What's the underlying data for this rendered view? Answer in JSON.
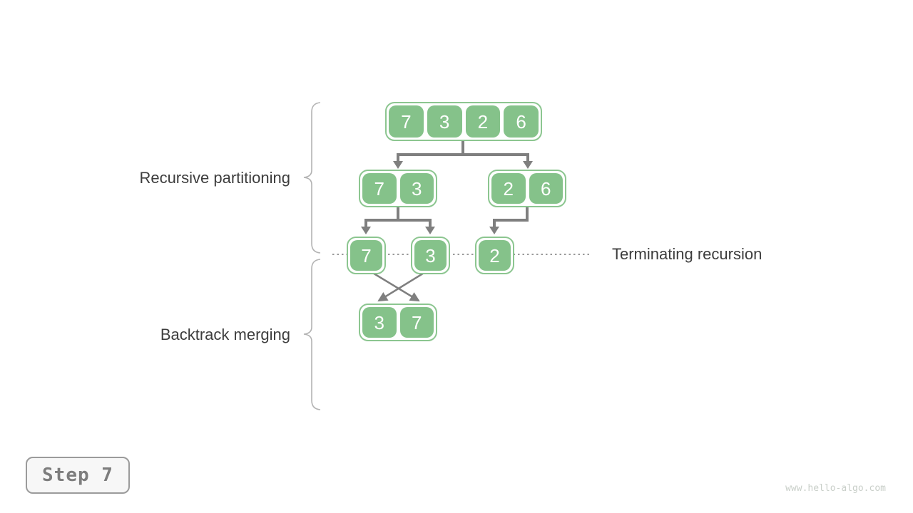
{
  "diagram": {
    "labels": {
      "recursive_partitioning": "Recursive partitioning",
      "backtrack_merging": "Backtrack merging",
      "terminating_recursion": "Terminating recursion"
    },
    "tree": {
      "root": [
        "7",
        "3",
        "2",
        "6"
      ],
      "left_pair": [
        "7",
        "3"
      ],
      "right_pair": [
        "2",
        "6"
      ],
      "singles": [
        "7",
        "3",
        "2"
      ],
      "merged": [
        "3",
        "7"
      ]
    },
    "colors": {
      "cell_green": "#85c28a",
      "container_border_green": "#8cc690",
      "arrow_gray": "#7f7f7f",
      "brace_gray": "#b3b3b3",
      "dotted_line_gray": "#9a9a9a",
      "label_text": "#3d3d3d"
    }
  },
  "footer": {
    "step_label": "Step 7",
    "watermark": "www.hello-algo.com"
  }
}
